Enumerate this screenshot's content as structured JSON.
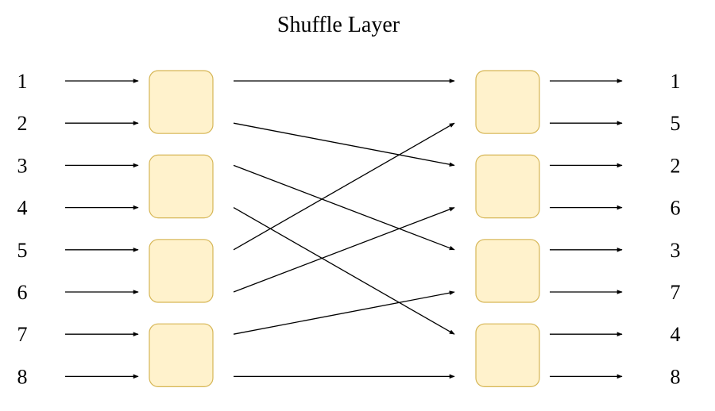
{
  "diagram": {
    "title": "Shuffle Layer",
    "inputs": [
      "1",
      "2",
      "3",
      "4",
      "5",
      "6",
      "7",
      "8"
    ],
    "outputs": [
      "1",
      "5",
      "2",
      "6",
      "3",
      "7",
      "4",
      "8"
    ],
    "shuffle": [
      0,
      2,
      4,
      6,
      1,
      3,
      5,
      7
    ],
    "box_fill": "#fff2cc",
    "box_stroke": "#d6b656",
    "line_color": "#000000"
  }
}
